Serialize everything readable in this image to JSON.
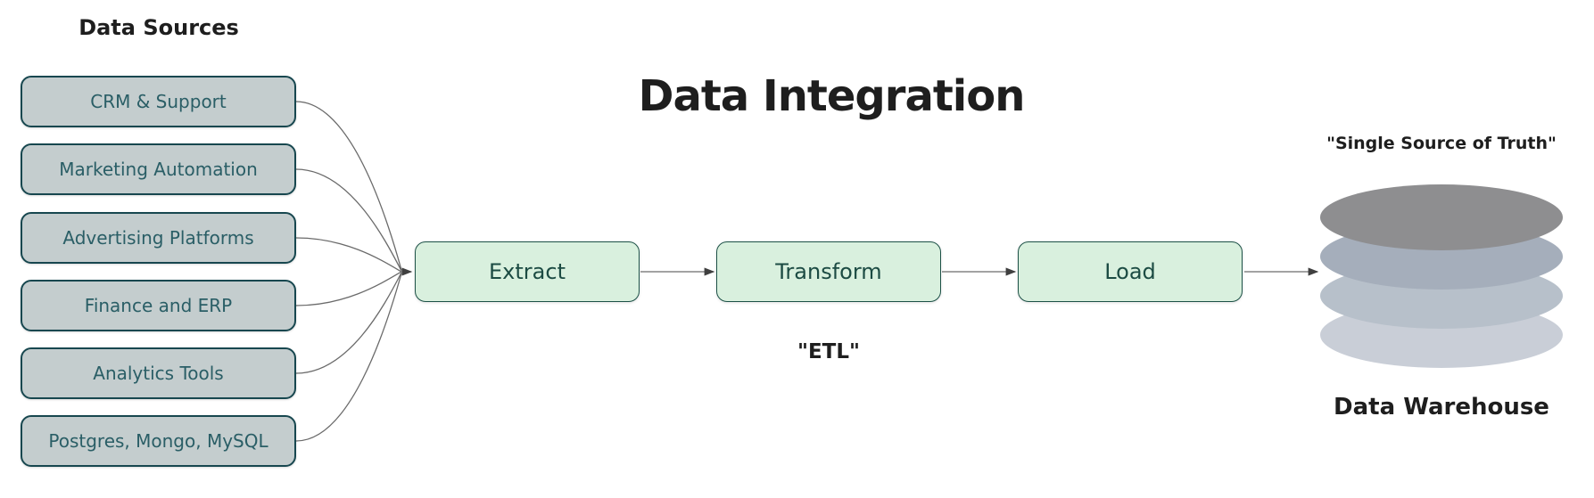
{
  "diagram": {
    "title": "Data Integration",
    "etl_caption": "\"ETL\""
  },
  "sources": {
    "heading": "Data Sources",
    "items": [
      {
        "label": "CRM & Support"
      },
      {
        "label": "Marketing Automation"
      },
      {
        "label": "Advertising Platforms"
      },
      {
        "label": "Finance and ERP"
      },
      {
        "label": "Analytics Tools"
      },
      {
        "label": "Postgres, Mongo, MySQL"
      }
    ]
  },
  "pipeline": {
    "steps": [
      {
        "label": "Extract"
      },
      {
        "label": "Transform"
      },
      {
        "label": "Load"
      }
    ]
  },
  "warehouse": {
    "caption": "\"Single Source of Truth\"",
    "label": "Data Warehouse",
    "layers": [
      "#8e8e90",
      "#a5aebb",
      "#b7c0ca",
      "#c9ced7"
    ]
  },
  "colors": {
    "source_fill": "#c4cdce",
    "source_border": "#17474f",
    "source_text": "#2a5e66",
    "step_fill": "#d9f0de",
    "step_border": "#1d5147",
    "step_text": "#1c4b43",
    "connector": "#5a5a5a",
    "arrowhead": "#2b2b2b",
    "heading_text": "#1e1e1e"
  }
}
